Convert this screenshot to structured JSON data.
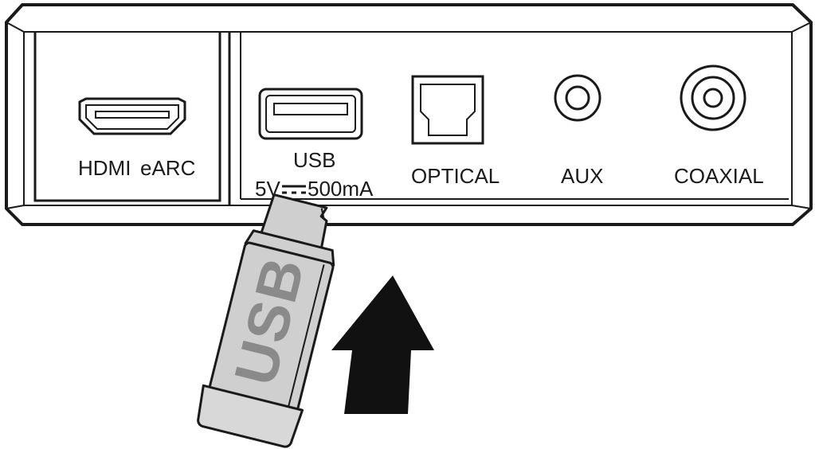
{
  "ports": {
    "hdmi_label": "HDMI",
    "earc_label": "eARC",
    "usb_label": "USB",
    "usb_voltage": "5V",
    "usb_current": "500mA",
    "optical_label": "OPTICAL",
    "aux_label": "AUX",
    "coaxial_label": "COAXIAL"
  },
  "drive": {
    "label": "USB"
  },
  "colors": {
    "outline": "#1a1a1a",
    "drive_body": "#cfcfcf",
    "drive_text": "#8a8a8a",
    "arrow": "#111111"
  },
  "icons": {
    "insert_direction": "up-arrow-icon"
  }
}
